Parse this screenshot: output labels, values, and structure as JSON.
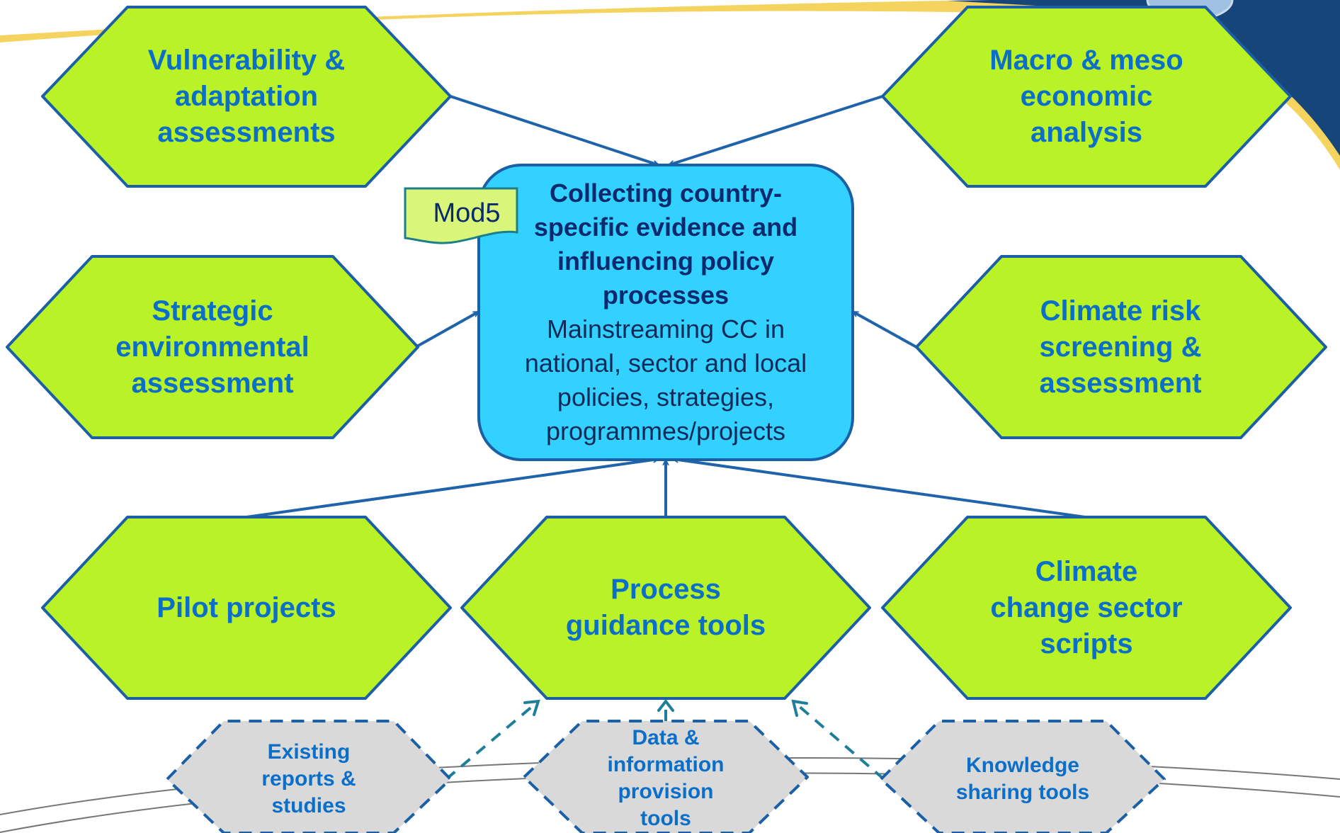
{
  "center": {
    "title_lines": [
      "Collecting country-",
      "specific evidence and",
      "influencing policy",
      "processes"
    ],
    "desc_lines": [
      "Mainstreaming CC in",
      "national, sector and local",
      "policies, strategies,",
      "programmes/projects"
    ],
    "tag": "Mod5"
  },
  "inputs": {
    "vulnerability": [
      "Vulnerability &",
      "adaptation",
      "assessments"
    ],
    "macro": [
      "Macro & meso",
      "economic",
      "analysis"
    ],
    "sea": [
      "Strategic",
      "environmental",
      "assessment"
    ],
    "climate_risk": [
      "Climate risk",
      "screening &",
      "assessment"
    ],
    "pilot": [
      "Pilot projects"
    ],
    "process_guidance": [
      "Process",
      "guidance tools"
    ],
    "sector_scripts": [
      "Climate",
      "change sector",
      "scripts"
    ]
  },
  "support": {
    "existing_reports": [
      "Existing",
      "reports &",
      "studies"
    ],
    "data_info": [
      "Data &",
      "information",
      "provision",
      "tools"
    ],
    "knowledge": [
      "Knowledge",
      "sharing tools"
    ]
  },
  "colors": {
    "hex_fill": "#b9f227",
    "hex_stroke": "#1b5fa5",
    "center_fill": "#33d1ff",
    "support_fill": "#d9d9d9",
    "tag_fill": "#d9f57a",
    "arrow": "#1f63ab",
    "dashed_arrow": "#1f7f9a",
    "text_blue": "#0b6fc9",
    "banner_blue": "#16457a",
    "banner_yellow": "#f4d35e"
  }
}
